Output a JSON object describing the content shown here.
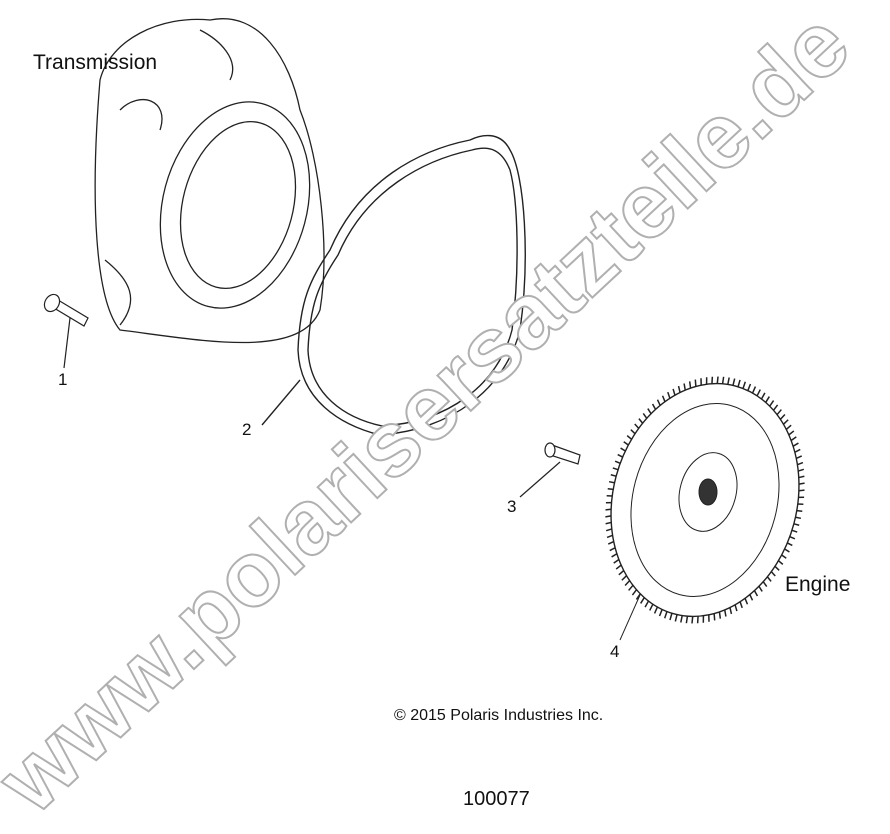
{
  "labels": {
    "transmission": "Transmission",
    "engine": "Engine"
  },
  "callouts": [
    "1",
    "2",
    "3",
    "4"
  ],
  "copyright": "© 2015 Polaris Industries Inc.",
  "diagram_number": "100077",
  "watermark": "www.polarisersatzteile.de",
  "colors": {
    "line": "#111111",
    "watermark_stroke": "#b0b0b0",
    "watermark_fill": "#ffffff"
  }
}
